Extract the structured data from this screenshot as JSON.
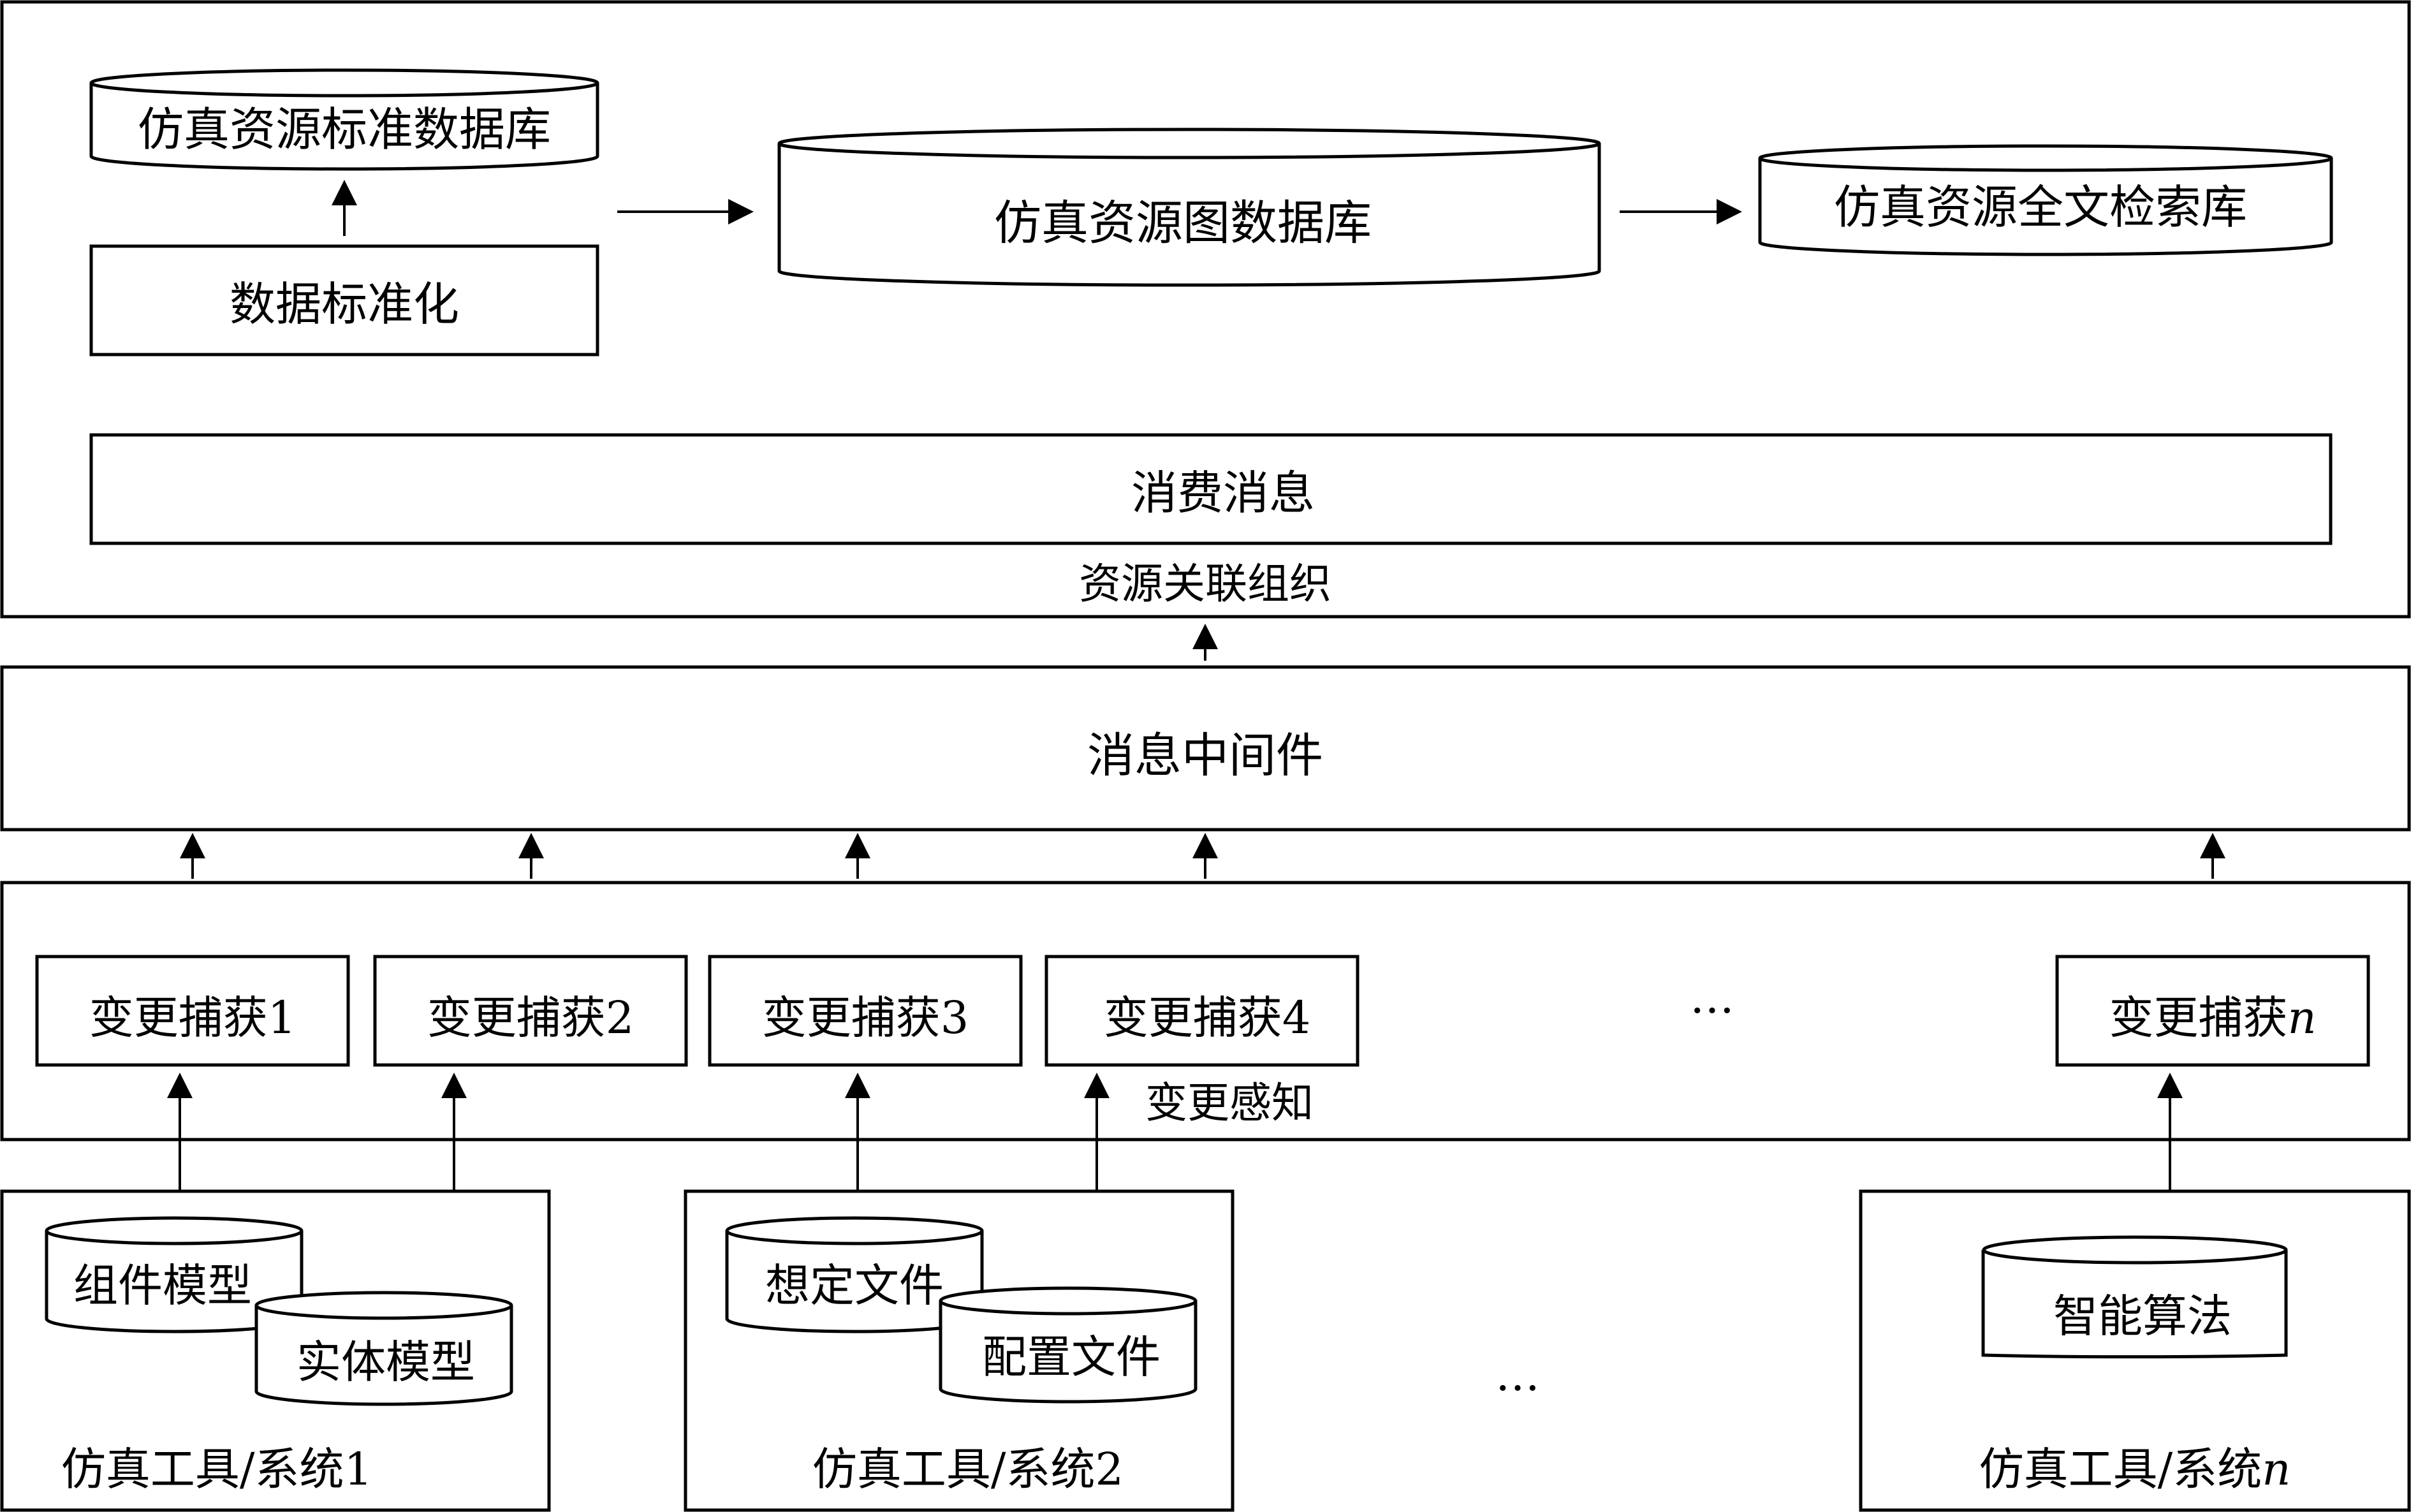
{
  "resource_org": {
    "label": "资源关联组织",
    "std_db": "仿真资源标准数据库",
    "standardize": "数据标准化",
    "graph_db": "仿真资源图数据库",
    "fulltext_db": "仿真资源全文检索库",
    "consume": "消费消息"
  },
  "middleware": {
    "label": "消息中间件"
  },
  "change_sense": {
    "label": "变更感知",
    "capture_prefix": "变更捕获",
    "captures": [
      "1",
      "2",
      "3",
      "4"
    ],
    "capture_n_suffix": "n",
    "ellipsis": "…"
  },
  "tools": {
    "prefix": "仿真工具/系统",
    "tool1": {
      "num": "1",
      "db_a": "组件模型",
      "db_b": "实体模型"
    },
    "tool2": {
      "num": "2",
      "db_a": "想定文件",
      "db_b": "配置文件"
    },
    "tooln": {
      "num": "n",
      "db_a": "智能算法"
    },
    "ellipsis": "…"
  }
}
